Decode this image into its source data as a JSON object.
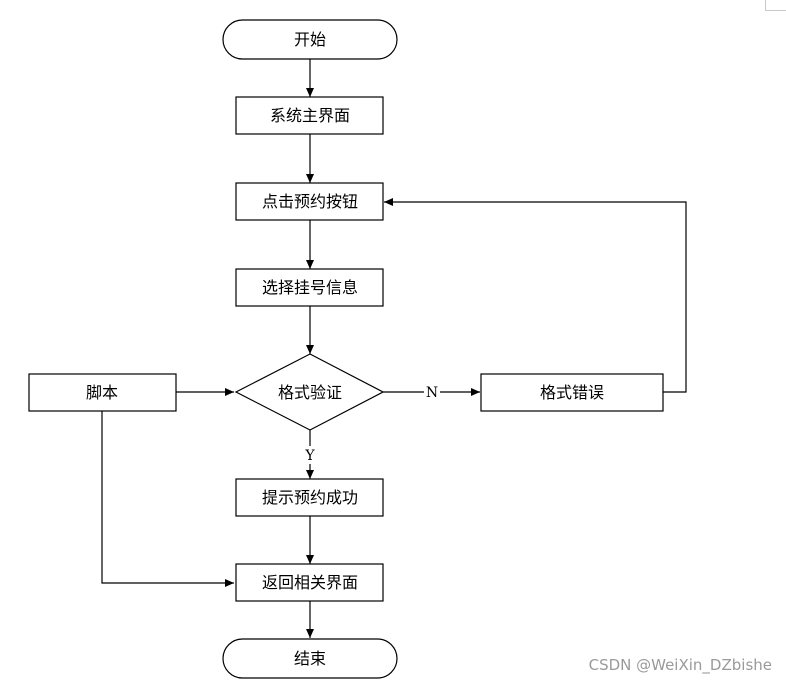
{
  "diagram": {
    "nodes": {
      "start": "开始",
      "main": "系统主界面",
      "click": "点击预约按钮",
      "select": "选择挂号信息",
      "verify": "格式验证",
      "error": "格式错误",
      "script": "脚本",
      "success": "提示预约成功",
      "return": "返回相关界面",
      "end": "结束"
    },
    "edge_labels": {
      "no": "N",
      "yes": "Y"
    }
  },
  "watermark": "CSDN @WeiXin_DZbishe"
}
